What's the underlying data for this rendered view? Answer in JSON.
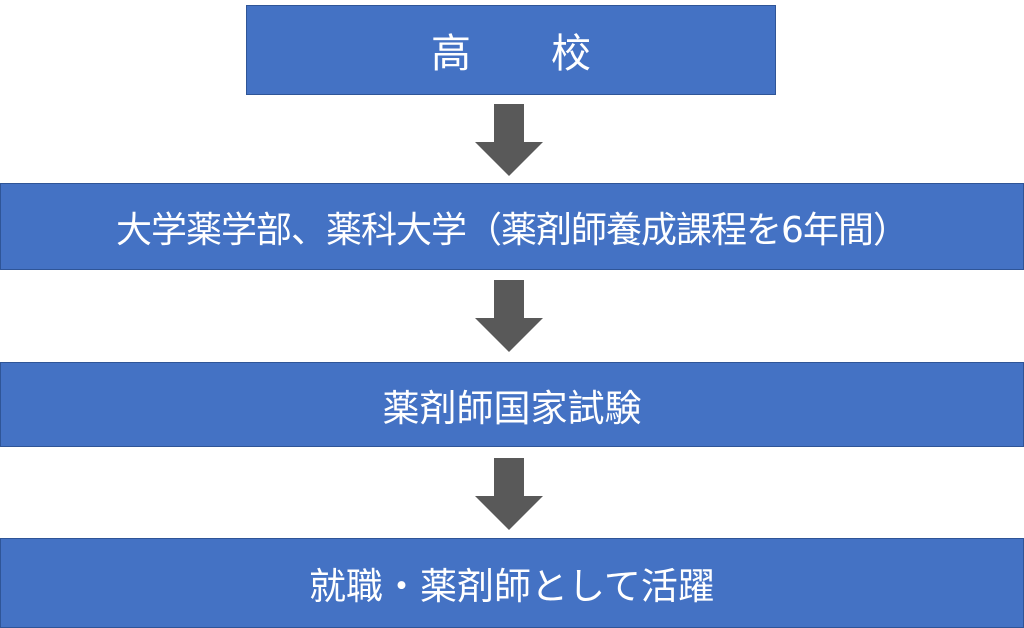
{
  "colors": {
    "box_fill": "#4472c4",
    "box_border": "#2f5597",
    "box_text": "#ffffff",
    "arrow": "#595959"
  },
  "steps": [
    {
      "label": "高　　校"
    },
    {
      "label": "大学薬学部、薬科大学（薬剤師養成課程を6年間）"
    },
    {
      "label": "薬剤師国家試験"
    },
    {
      "label": "就職・薬剤師として活躍"
    }
  ],
  "arrows": [
    {
      "icon": "down-arrow-icon"
    },
    {
      "icon": "down-arrow-icon"
    },
    {
      "icon": "down-arrow-icon"
    }
  ]
}
